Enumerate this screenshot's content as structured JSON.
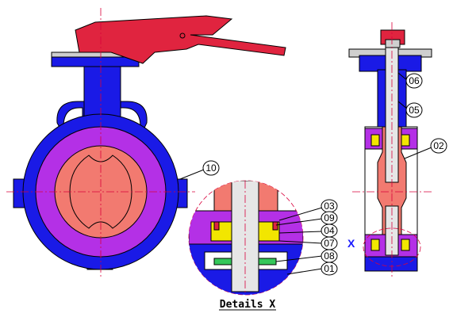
{
  "detail": {
    "title": "Details X",
    "marker": "X"
  },
  "callouts": {
    "c10": "10",
    "c06": "06",
    "c05": "05",
    "c02": "02",
    "c03": "03",
    "c09": "09",
    "c04": "04",
    "c07": "07",
    "c08": "08",
    "c01": "01"
  },
  "colors": {
    "body": "#1a1ae6",
    "liner": "#b430e6",
    "disc": "#f27a70",
    "handle": "#e0243f",
    "stem": "#e6e6e6",
    "seal": "#f2e600",
    "centerline": "#d9003b"
  }
}
